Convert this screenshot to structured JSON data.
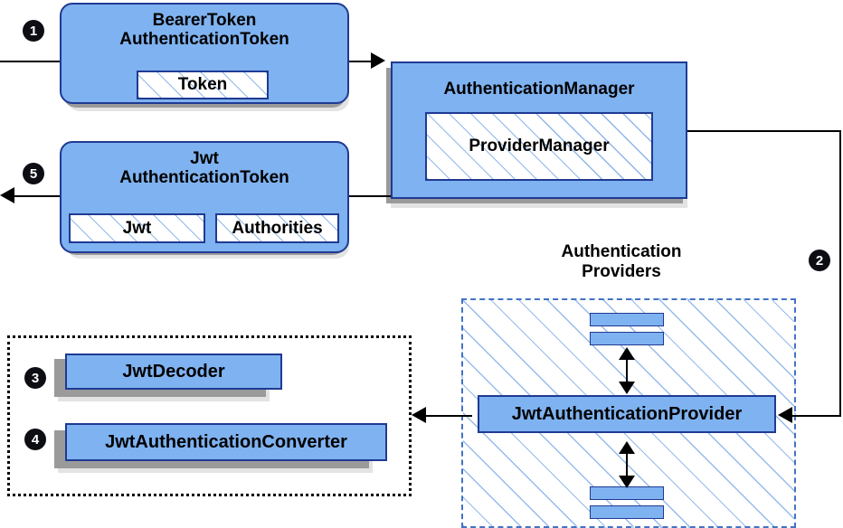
{
  "diagram": {
    "title_caption": "Authentication\nProviders",
    "accent_blue": "#7fb2f0",
    "border_blue": "#1f3a93",
    "dash_blue": "#4272c4",
    "shadow_dark": "#9a9a9a",
    "shadow_light": "#e3e3e3"
  },
  "nodes": {
    "bearer_token": {
      "label": "BearerToken\nAuthenticationToken",
      "inner": {
        "token": "Token"
      }
    },
    "authentication_manager": {
      "label": "AuthenticationManager",
      "inner": {
        "provider_manager": "ProviderManager"
      }
    },
    "jwt_authentication_token": {
      "label": "Jwt\nAuthenticationToken",
      "inner": {
        "jwt": "Jwt",
        "authorities": "Authorities"
      }
    },
    "jwt_authentication_provider": {
      "label": "JwtAuthenticationProvider"
    },
    "jwt_decoder": {
      "label": "JwtDecoder"
    },
    "jwt_authentication_converter": {
      "label": "JwtAuthenticationConverter"
    }
  },
  "badges": {
    "step1": "❶",
    "step2": "❷",
    "step3": "❸",
    "step4": "❹",
    "step5": "❺"
  },
  "steps": {
    "one": "1",
    "two": "2",
    "three": "3",
    "four": "4",
    "five": "5"
  }
}
